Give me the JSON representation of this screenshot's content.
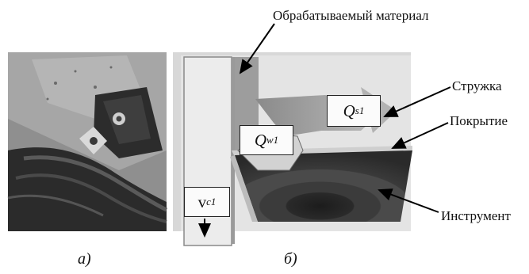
{
  "labels": {
    "material": "Обрабатываемый материал",
    "chip": "Стружка",
    "coating": "Покрытие",
    "tool": "Инструмент"
  },
  "boxes": {
    "qs_main": "Q",
    "qs_sub": "s1",
    "qw_main": "Q",
    "qw_sub": "w1",
    "vc_main": "v",
    "vc_sub": "c1"
  },
  "captions": {
    "a": "а)",
    "b": "б)"
  }
}
